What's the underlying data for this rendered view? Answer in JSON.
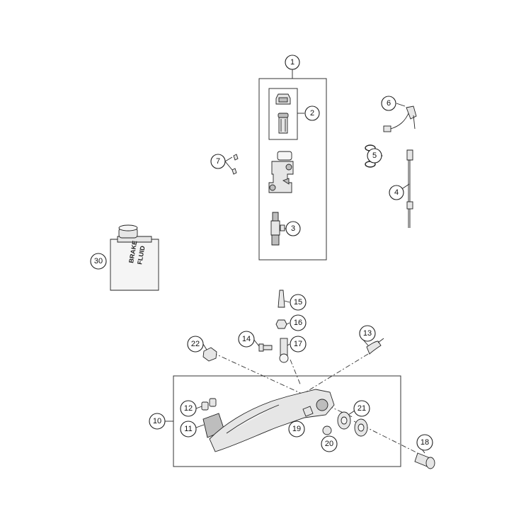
{
  "parts": [
    {
      "id": "1"
    },
    {
      "id": "2"
    },
    {
      "id": "3"
    },
    {
      "id": "4"
    },
    {
      "id": "5"
    },
    {
      "id": "6"
    },
    {
      "id": "7"
    },
    {
      "id": "10"
    },
    {
      "id": "11"
    },
    {
      "id": "12"
    },
    {
      "id": "13"
    },
    {
      "id": "14"
    },
    {
      "id": "15"
    },
    {
      "id": "16"
    },
    {
      "id": "17"
    },
    {
      "id": "18"
    },
    {
      "id": "19"
    },
    {
      "id": "20"
    },
    {
      "id": "21"
    },
    {
      "id": "22"
    },
    {
      "id": "30"
    }
  ],
  "brake_fluid_can": {
    "line1": "BRAKE",
    "line2": "FLUID"
  },
  "colors": {
    "line": "#222222",
    "part_fill": "#e6e6e6",
    "part_dark": "#bdbdbd",
    "background": "#ffffff"
  }
}
